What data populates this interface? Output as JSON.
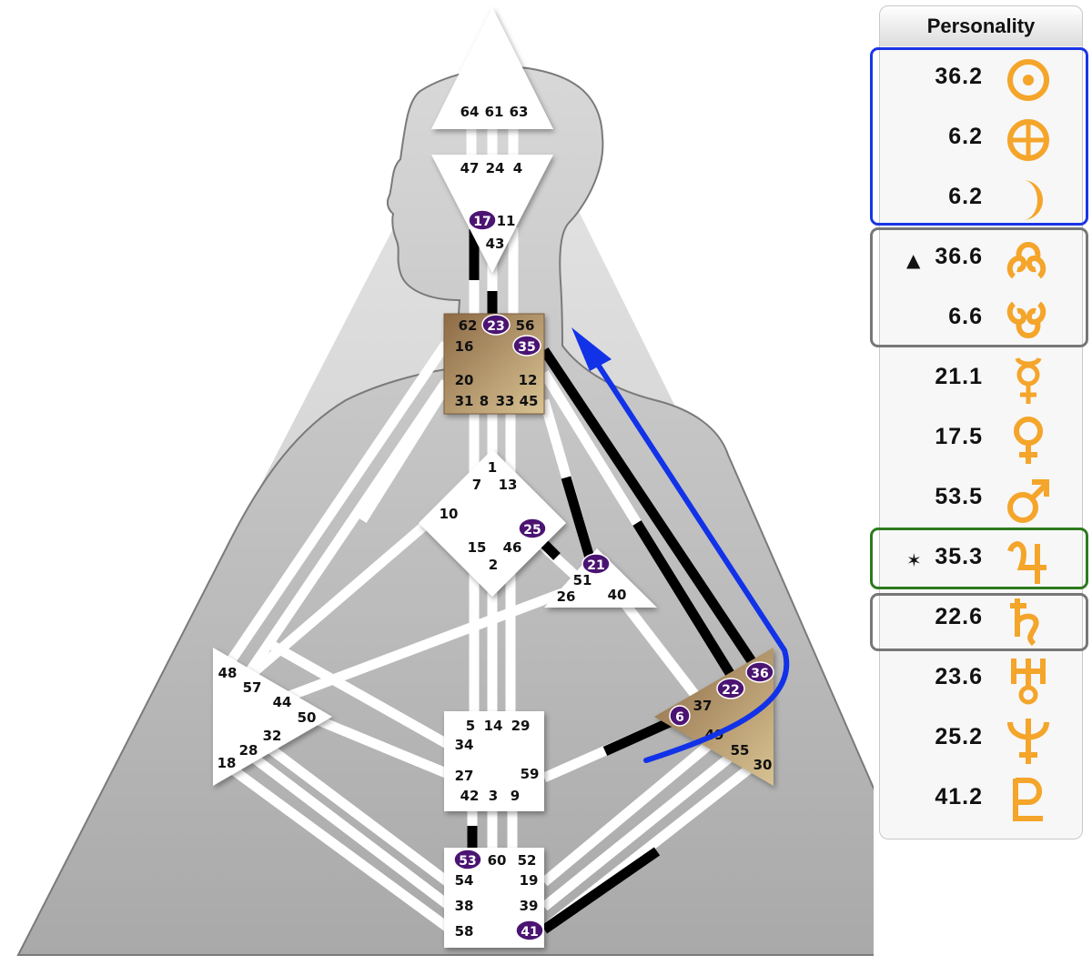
{
  "body_graph": {
    "centers": {
      "head": [
        "64",
        "61",
        "63"
      ],
      "ajna": [
        "47",
        "24",
        "4",
        "17",
        "11",
        "43"
      ],
      "throat": [
        "62",
        "23",
        "56",
        "16",
        "35",
        "20",
        "12",
        "31",
        "8",
        "33",
        "45"
      ],
      "g": [
        "1",
        "7",
        "13",
        "10",
        "25",
        "15",
        "46",
        "2"
      ],
      "heart": [
        "21",
        "51",
        "26",
        "40"
      ],
      "spleen": [
        "48",
        "57",
        "44",
        "50",
        "32",
        "28",
        "18"
      ],
      "solar_plexus": [
        "36",
        "22",
        "37",
        "6",
        "49",
        "55",
        "30"
      ],
      "sacral": [
        "5",
        "14",
        "29",
        "34",
        "27",
        "59",
        "42",
        "3",
        "9"
      ],
      "root": [
        "53",
        "60",
        "52",
        "54",
        "19",
        "38",
        "39",
        "58",
        "41"
      ]
    },
    "activated_gates": [
      "17",
      "23",
      "35",
      "25",
      "21",
      "36",
      "22",
      "6",
      "53",
      "41"
    ],
    "colors": {
      "defined_center": "#b08a5a",
      "activated_gate": "#4b1472",
      "arrow": "#1232e8",
      "defined_channel": "#000000"
    }
  },
  "panel": {
    "title": "Personality",
    "rows": [
      {
        "value": "36.2",
        "planet": "sun-icon",
        "mark": ""
      },
      {
        "value": "6.2",
        "planet": "earth-icon",
        "mark": ""
      },
      {
        "value": "6.2",
        "planet": "moon-icon",
        "mark": ""
      },
      {
        "value": "36.6",
        "planet": "north-node-icon",
        "mark": "▲"
      },
      {
        "value": "6.6",
        "planet": "south-node-icon",
        "mark": ""
      },
      {
        "value": "21.1",
        "planet": "mercury-icon",
        "mark": ""
      },
      {
        "value": "17.5",
        "planet": "venus-icon",
        "mark": ""
      },
      {
        "value": "53.5",
        "planet": "mars-icon",
        "mark": ""
      },
      {
        "value": "35.3",
        "planet": "jupiter-icon",
        "mark": "✶"
      },
      {
        "value": "22.6",
        "planet": "saturn-icon",
        "mark": ""
      },
      {
        "value": "23.6",
        "planet": "uranus-icon",
        "mark": ""
      },
      {
        "value": "25.2",
        "planet": "neptune-icon",
        "mark": ""
      },
      {
        "value": "41.2",
        "planet": "pluto-icon",
        "mark": ""
      }
    ],
    "box_colors": {
      "blue": "#1a35e6",
      "gray": "#777777",
      "green": "#2d7a1e"
    }
  }
}
